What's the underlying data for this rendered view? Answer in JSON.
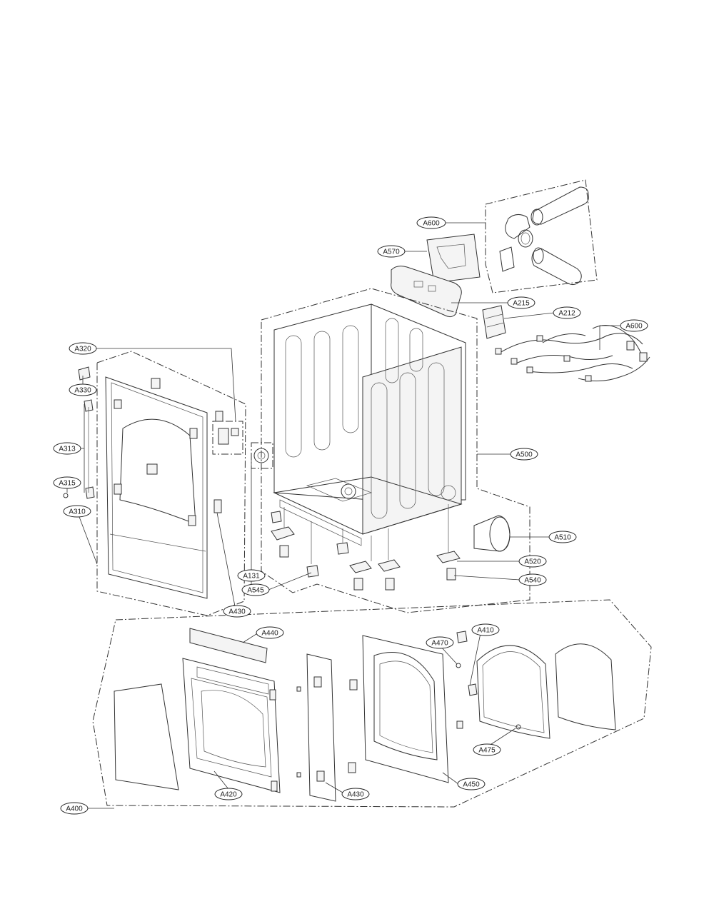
{
  "labels": {
    "A100": "A600",
    "A570": "A570",
    "A215": "A215",
    "A212": "A212",
    "A600": "A600",
    "A320": "A320",
    "A330": "A330",
    "A313": "A313",
    "A315": "A315",
    "A310": "A310",
    "A500": "A500",
    "A510": "A510",
    "A520": "A520",
    "A540": "A540",
    "A131": "A131",
    "A545": "A545",
    "A430a": "A430",
    "A440": "A440",
    "A470": "A470",
    "A410": "A410",
    "A475": "A475",
    "A420": "A420",
    "A430b": "A430",
    "A450": "A450",
    "A400": "A400"
  }
}
